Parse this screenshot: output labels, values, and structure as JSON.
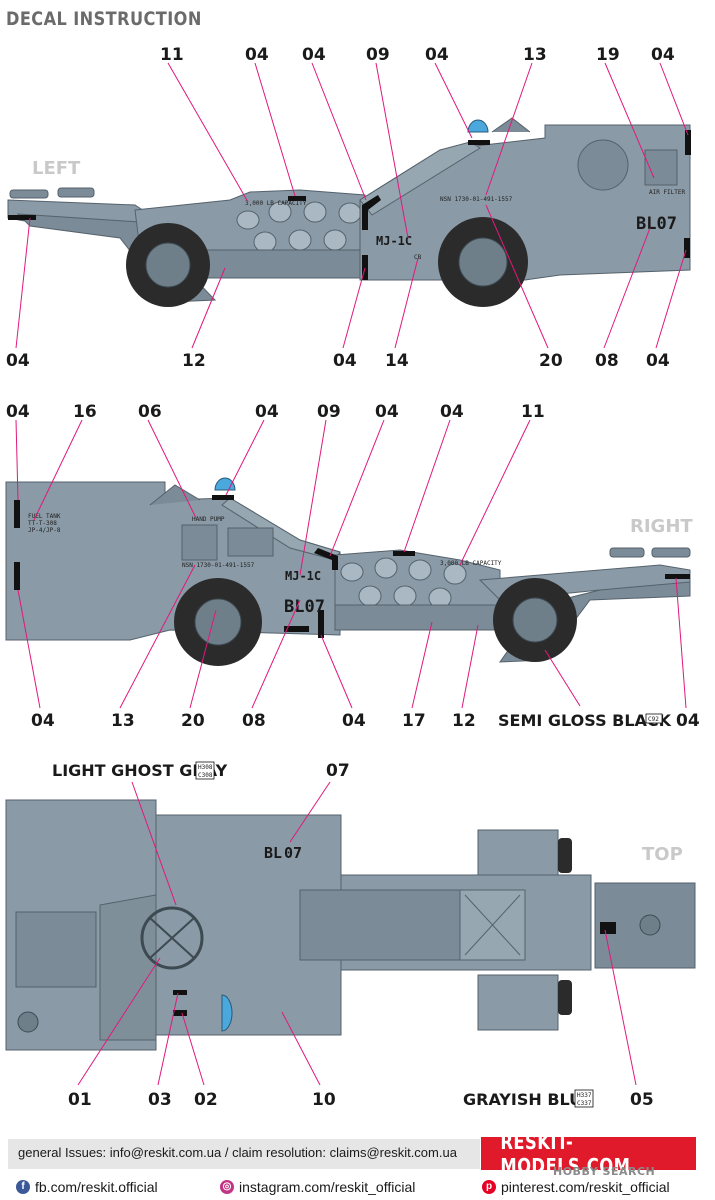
{
  "title": "DECAL INSTRUCTION",
  "views": {
    "left": "LEFT",
    "right": "RIGHT",
    "top": "TOP"
  },
  "callouts": {
    "left_top": [
      "11",
      "04",
      "04",
      "09",
      "04",
      "13",
      "19",
      "04"
    ],
    "left_bottom": [
      "04",
      "12",
      "04",
      "14",
      "20",
      "08",
      "04"
    ],
    "right_top": [
      "04",
      "16",
      "06",
      "04",
      "09",
      "04",
      "04",
      "11"
    ],
    "right_bottom": [
      "04",
      "13",
      "20",
      "08",
      "04",
      "17",
      "12",
      "04"
    ],
    "top_top": [
      "07"
    ],
    "top_bottom": [
      "01",
      "03",
      "02",
      "10",
      "05"
    ]
  },
  "paints": {
    "semi_gloss_black": {
      "name": "SEMI GLOSS BLACK",
      "codes": [
        "C92"
      ]
    },
    "light_ghost_gray": {
      "name": "LIGHT GHOST GRAY",
      "codes": [
        "H308",
        "C308"
      ]
    },
    "grayish_blue": {
      "name": "GRAYISH BLUE",
      "codes": [
        "H337",
        "C337"
      ]
    }
  },
  "markings": {
    "type_code": "MJ-1C",
    "tail_code": "BL07",
    "tail_code_top_1": "BL",
    "tail_code_top_2": "07",
    "nsn": "NSN 1730-01-491-1557",
    "cb": "CB",
    "air_filter": "AIR FILTER",
    "hand_pump": "HAND PUMP",
    "fuel_tank_1": "FUEL TANK",
    "fuel_tank_2": "TT-T-308",
    "fuel_tank_3": "JP-4/JP-8",
    "capacity": "3,000 LB CAPACITY"
  },
  "colors": {
    "vehicle_body": "#8a9aa6",
    "leader_line": "#e0197d",
    "brand_red": "#e0192b",
    "marking_black": "#111111",
    "light_blue": "#4aa8dd"
  },
  "footer": {
    "contact": "general Issues: info@reskit.com.ua / claim resolution: claims@reskit.com.ua",
    "brand": "RESKIT-MODELS.COM",
    "facebook": "fb.com/reskit.official",
    "instagram": "instagram.com/reskit_official",
    "pinterest": "pinterest.com/reskit_official",
    "watermark": "HOBBY SEARCH"
  }
}
